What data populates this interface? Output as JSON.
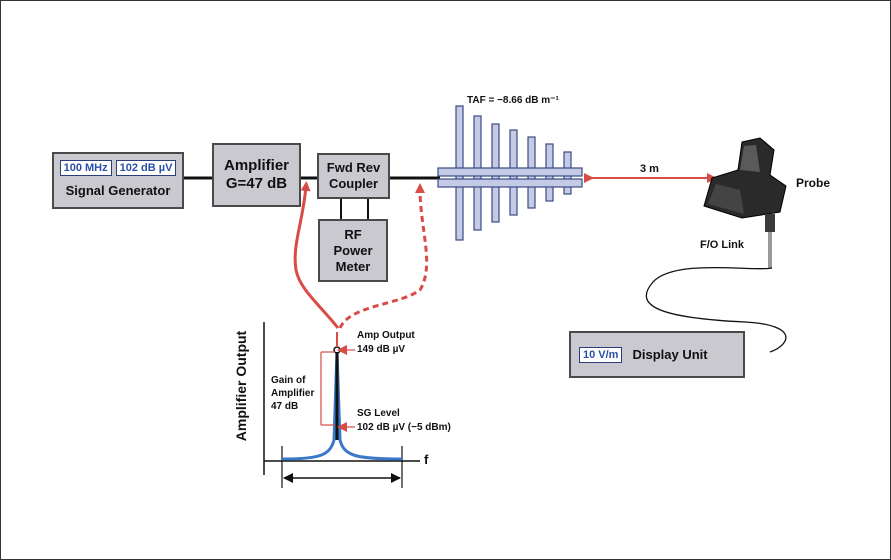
{
  "signal_generator": {
    "frequency": "100 MHz",
    "level": "102 dB µV",
    "label": "Signal Generator"
  },
  "amplifier": {
    "line1": "Amplifier",
    "line2": "G=47 dB"
  },
  "coupler": {
    "line1": "Fwd Rev",
    "line2": "Coupler"
  },
  "power_meter": {
    "line1": "RF",
    "line2": "Power",
    "line3": "Meter"
  },
  "antenna": {
    "taf_label": "TAF = −8.66 dB m⁻¹"
  },
  "distance_label": "3 m",
  "probe_label": "Probe",
  "fo_link_label": "F/O Link",
  "display_unit": {
    "value": "10 V/m",
    "label": "Display Unit"
  },
  "spectrum": {
    "ylabel": "Amplifier Output",
    "xlabel": "f",
    "amp_output_line1": "Amp Output",
    "amp_output_line2": "149 dB µV",
    "gain_line1": "Gain of",
    "gain_line2": "Amplifier",
    "gain_line3": "47 dB",
    "sg_level_line1": "SG Level",
    "sg_level_line2": "102 dB µV (−5 dBm)"
  },
  "colors": {
    "cable": "#111111",
    "box_fill": "#c9c9cf",
    "readout_text": "#2b4fa8",
    "signal_path": "#d94b45",
    "antenna": "#c5cbe6",
    "spectrum_trace": "#3a78c8"
  }
}
